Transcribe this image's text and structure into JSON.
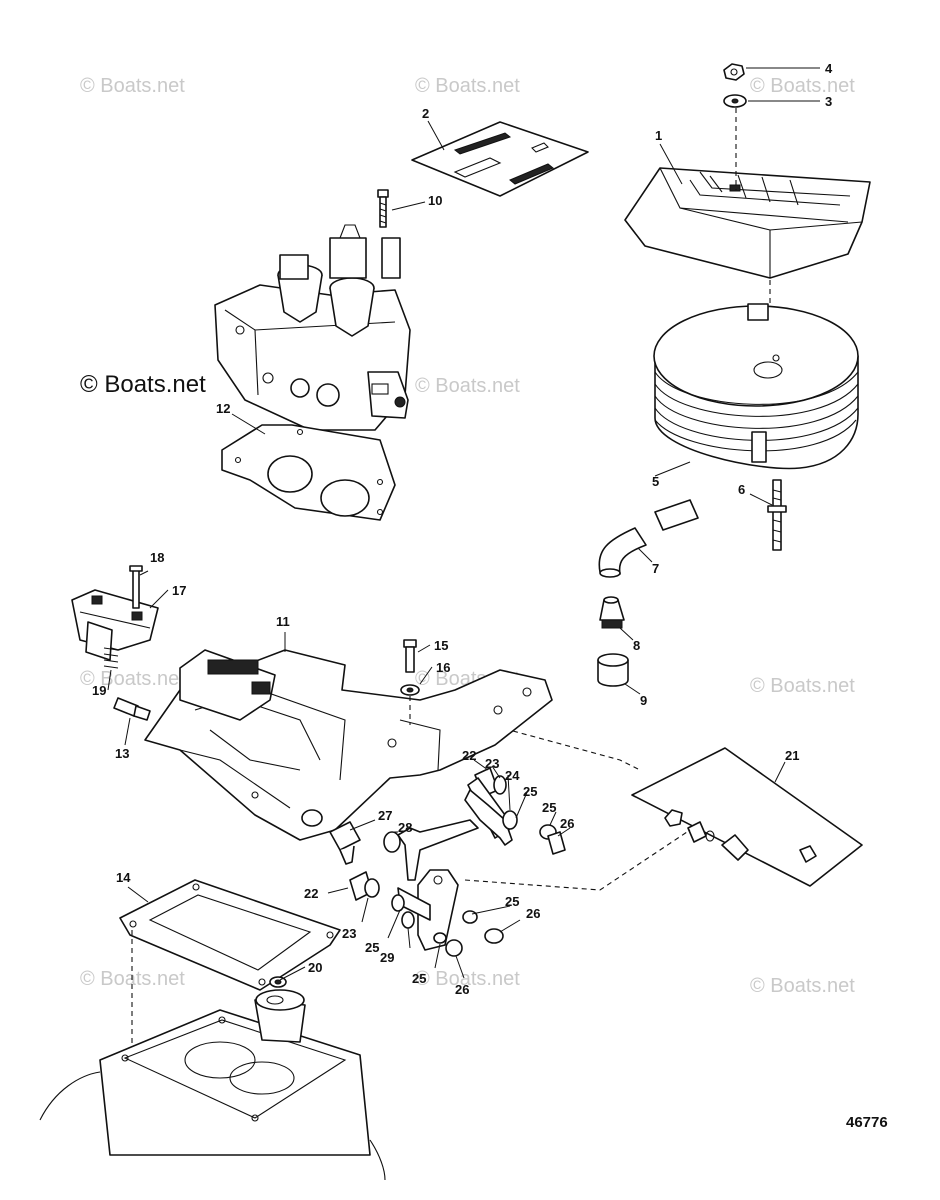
{
  "watermark": {
    "text": "© Boats.net",
    "prominent_text": "© Boats.net"
  },
  "drawing_number": "46776",
  "callouts": [
    "1",
    "2",
    "3",
    "4",
    "5",
    "6",
    "7",
    "8",
    "9",
    "10",
    "11",
    "12",
    "13",
    "14",
    "15",
    "16",
    "17",
    "18",
    "19",
    "20",
    "21",
    "22",
    "22",
    "23",
    "23",
    "24",
    "25",
    "25",
    "25",
    "25",
    "25",
    "26",
    "26",
    "26",
    "27",
    "28",
    "29"
  ]
}
